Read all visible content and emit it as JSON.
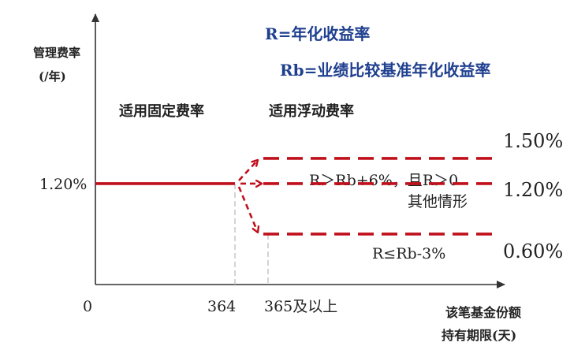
{
  "legend": {
    "r_def": "R=年化收益率",
    "rb_def": "Rb=业绩比较基准年化收益率",
    "color": "#1f3f8f"
  },
  "chart_data": {
    "type": "line",
    "title": "",
    "ylabel": [
      "管理费率",
      "(/年)"
    ],
    "xlabel": [
      "该笔基金份额",
      "持有期限(天)"
    ],
    "xticks": [
      "0",
      "364",
      "365及以上"
    ],
    "yticks": [
      "1.20%"
    ],
    "xlim": [
      0,
      730
    ],
    "ylim": [
      0,
      2.4
    ],
    "fixed_phase": {
      "label": "适用固定费率",
      "x": [
        0,
        364
      ],
      "value": 1.2
    },
    "floating_phase": {
      "label": "适用浮动费率",
      "x_start": 365,
      "x_end": 700,
      "levels": [
        {
          "value": 1.5,
          "label": "1.50%",
          "condition": "R＞Rb+6%，且R＞0"
        },
        {
          "value": 1.2,
          "label": "1.20%",
          "condition": "其他情形"
        },
        {
          "value": 0.6,
          "label": "0.60%",
          "condition": "R≤Rb-3%"
        }
      ]
    },
    "line_color": "#c0101c",
    "guide_color": "#bdbdbd",
    "grid": false
  }
}
